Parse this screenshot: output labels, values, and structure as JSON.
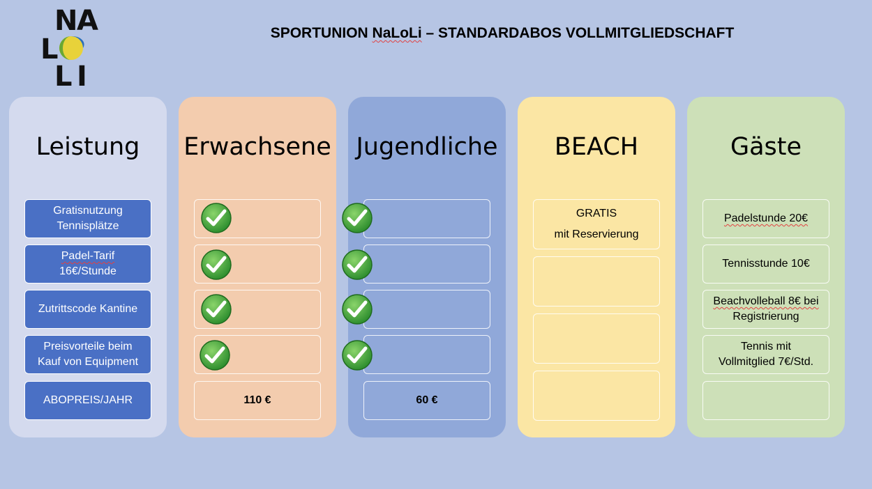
{
  "logo": {
    "letters": [
      "N",
      "A",
      "L",
      "L",
      "I"
    ],
    "ball_icon": "tennis-ball-icon"
  },
  "title": {
    "prefix": "SPORTUNION ",
    "brand": "NaLoLi",
    "suffix": " – STANDARDABOS VOLLMITGLIEDSCHAFT"
  },
  "columns": {
    "leistung": {
      "heading": "Leistung",
      "items": [
        [
          "Gratisnutzung",
          "Tennisplätze"
        ],
        [
          "Padel-Tarif",
          "16€/Stunde"
        ],
        [
          "Zutrittscode Kantine"
        ],
        [
          "Preisvorteile beim",
          "Kauf von Equipment"
        ],
        [
          "ABOPREIS/JAHR"
        ]
      ]
    },
    "erwachsene": {
      "heading": "Erwachsene",
      "price": "110 €",
      "checks": 4
    },
    "jugendliche": {
      "heading": "Jugendliche",
      "price": "60 €",
      "checks": 4
    },
    "beach": {
      "heading": "BEACH",
      "line1": "GRATIS",
      "line2": "mit Reservierung"
    },
    "gaeste": {
      "heading": "Gäste",
      "items": [
        [
          "Padelstunde 20€"
        ],
        [
          "Tennisstunde 10€"
        ],
        [
          "Beachvolleball 8€ bei",
          "Registrierung"
        ],
        [
          "Tennis mit",
          "Vollmitglied 7€/Std."
        ],
        [
          ""
        ]
      ]
    }
  },
  "colors": {
    "background": "#b6c5e4",
    "leistung": "#d4daee",
    "erwachsene": "#f3ccae",
    "jugendliche": "#90a8d9",
    "beach": "#fbe6a4",
    "gaeste": "#cde0b8",
    "label_box": "#4a70c5",
    "check_green": "#39a83a"
  }
}
